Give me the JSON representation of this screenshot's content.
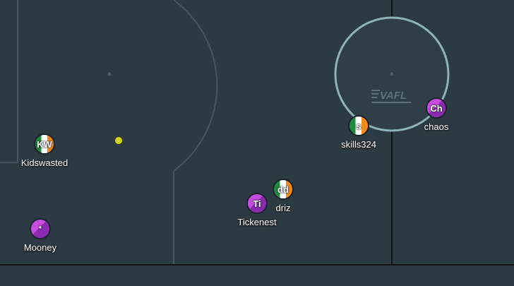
{
  "colors": {
    "pitch": "#2c3a43",
    "lines": "#46555f",
    "ring": "#8fb3b8",
    "ball": "#d4d41e",
    "ireland": [
      "#1f8a3b",
      "#ffffff",
      "#f08a1e"
    ],
    "purple": "#b53fd6"
  },
  "logo": {
    "text": "VAFL"
  },
  "players": [
    {
      "name": "Kidswasted",
      "abbr": "KW",
      "kit": "irl"
    },
    {
      "name": "Mooney",
      "abbr": "*",
      "kit": "pur"
    },
    {
      "name": "Tickenest",
      "abbr": "Ti",
      "kit": "pur"
    },
    {
      "name": "driz",
      "abbr": "dd",
      "kit": "irl"
    },
    {
      "name": "skills324",
      "abbr": "s",
      "kit": "irl"
    },
    {
      "name": "chaos",
      "abbr": "Ch",
      "kit": "pur"
    }
  ]
}
